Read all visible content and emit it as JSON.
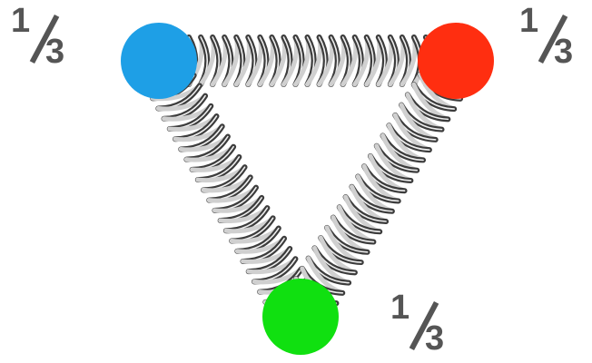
{
  "particles": [
    {
      "id": "blue",
      "color": "#1e9fe6",
      "charge": {
        "numerator": "1",
        "denominator": "3"
      }
    },
    {
      "id": "red",
      "color": "#ff2e10",
      "charge": {
        "numerator": "1",
        "denominator": "3"
      }
    },
    {
      "id": "green",
      "color": "#10e010",
      "charge": {
        "numerator": "1",
        "denominator": "3"
      }
    }
  ],
  "springs": [
    {
      "from": "blue",
      "to": "red"
    },
    {
      "from": "blue",
      "to": "green"
    },
    {
      "from": "red",
      "to": "green"
    }
  ],
  "colors": {
    "spring_dark": "#3c3c3c",
    "spring_light": "#d0d0d0",
    "fraction_text": "#555555"
  }
}
